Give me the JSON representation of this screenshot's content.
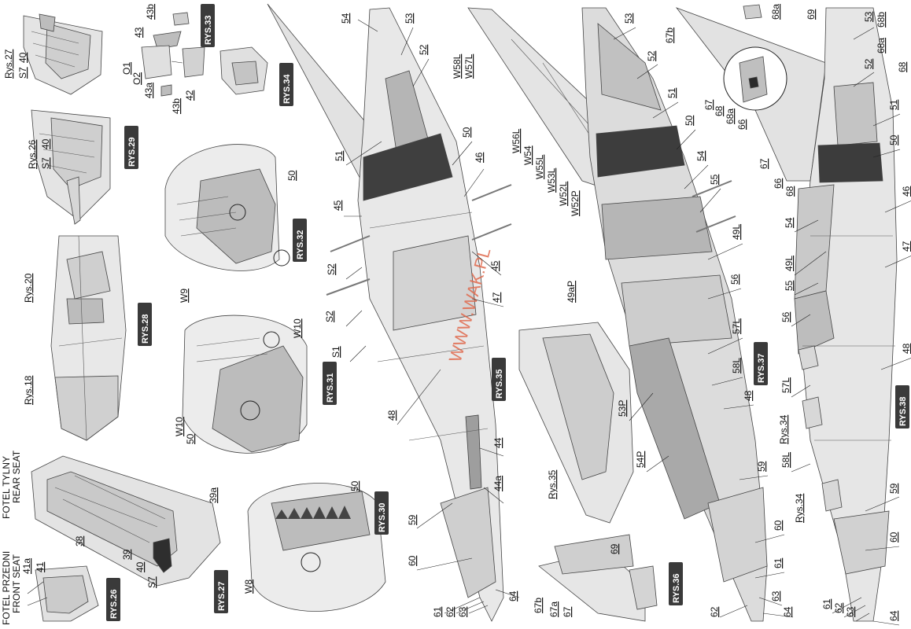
{
  "colors": {
    "light": "#e6e6e6",
    "mid": "#c6c6c6",
    "tone": "#b3b3b3",
    "dark": "#4a4a4a",
    "badge": "#3a3a3a",
    "watermark": "#e06a4e"
  },
  "watermark": "WWW.WAK.PL",
  "badges": {
    "r26": "RYS.26",
    "r27": "RYS.27",
    "r28": "RYS.28",
    "r29": "RYS.29",
    "r30": "RYS.30",
    "r31": "RYS.31",
    "r32": "RYS.32",
    "r33": "RYS.33",
    "r34": "RYS.34",
    "r35": "RYS.35",
    "r36": "RYS.36",
    "r37": "RYS.37",
    "r38": "RYS.38"
  },
  "seat_captions": {
    "rear_pl": "FOTEL TYLNY",
    "rear_en": "REAR SEAT",
    "front_pl": "FOTEL PRZEDNI",
    "front_en": "FRONT SEAT"
  },
  "refs": {
    "rys27": "Rys.27",
    "rys26": "Rys.26",
    "rys20": "Rys.20",
    "rys18": "Rys.18",
    "rys35": "Rys.35",
    "rys34a": "Rys.34",
    "rys34b": "Rys.34"
  },
  "labels": {
    "s7a": "S7",
    "n40a": "40",
    "s7b": "S7",
    "n40b": "40",
    "n43b_top": "43b",
    "n43": "43",
    "o1": "O1",
    "o2": "O2",
    "n43a": "43a",
    "n43b_bot": "43b",
    "n42": "42",
    "n50_r32": "50",
    "w9": "W9",
    "n50_r31": "50",
    "w10a": "W10",
    "w10b": "W10",
    "n50_r30": "50",
    "w8": "W8",
    "n39a": "39a",
    "n38": "38",
    "n39": "39",
    "n40c": "40",
    "s7c": "S7",
    "n41a": "41a",
    "n41": "41",
    "n54a": "54",
    "n53a": "53",
    "n52a": "52",
    "n51a": "51",
    "n50a": "50",
    "n46a": "46",
    "n45a": "45",
    "n45b": "45",
    "s2a": "S2",
    "s2b": "S2",
    "s1": "S1",
    "n47a": "47",
    "n48a": "48",
    "n44": "44",
    "n44a": "44a",
    "n59a": "59",
    "n60a": "60",
    "n61a": "61",
    "n62a": "62",
    "n63a": "63",
    "n64a": "64",
    "w58l": "W58L",
    "w57l": "W57L",
    "w56l": "W56L",
    "w54": "W54",
    "w55l": "W55L",
    "w53l": "W53L",
    "w52l": "W52L",
    "w52p": "W52P",
    "n49ap": "49aP",
    "n53b": "53",
    "n52b": "52",
    "n51b": "51",
    "n50b": "50",
    "n54b": "54",
    "n55a": "55",
    "n49la": "49L",
    "n56a": "56",
    "n57la": "57L",
    "n58la": "58L",
    "n48b": "48",
    "n59b": "59",
    "n60b": "60",
    "n61b": "61",
    "n62b": "62",
    "n63b": "63",
    "n64b": "64",
    "n53p": "53P",
    "n54p": "54P",
    "n69a": "69",
    "n67a": "67a",
    "n67b": "67b",
    "n67": "67",
    "n67b2": "67b",
    "n68a_top": "68a",
    "n69b": "69",
    "n67c": "67",
    "n68x": "68",
    "n68ax": "68a",
    "n66a": "66",
    "n67d": "67",
    "n66b": "66",
    "n68b": "68",
    "n53c": "53",
    "n68b2": "68b",
    "n68a2": "68a",
    "n52c": "52",
    "n68c": "68",
    "n51c": "51",
    "n50c": "50",
    "n46c": "46",
    "n54c": "54",
    "n47c": "47",
    "n49lc": "49L",
    "n55c": "55",
    "n56c": "56",
    "n48c": "48",
    "n57lc": "57L",
    "n58lc": "58L",
    "n59c": "59",
    "n60c": "60",
    "n61c": "61",
    "n62c": "62",
    "n63c": "63",
    "n64c": "64"
  }
}
